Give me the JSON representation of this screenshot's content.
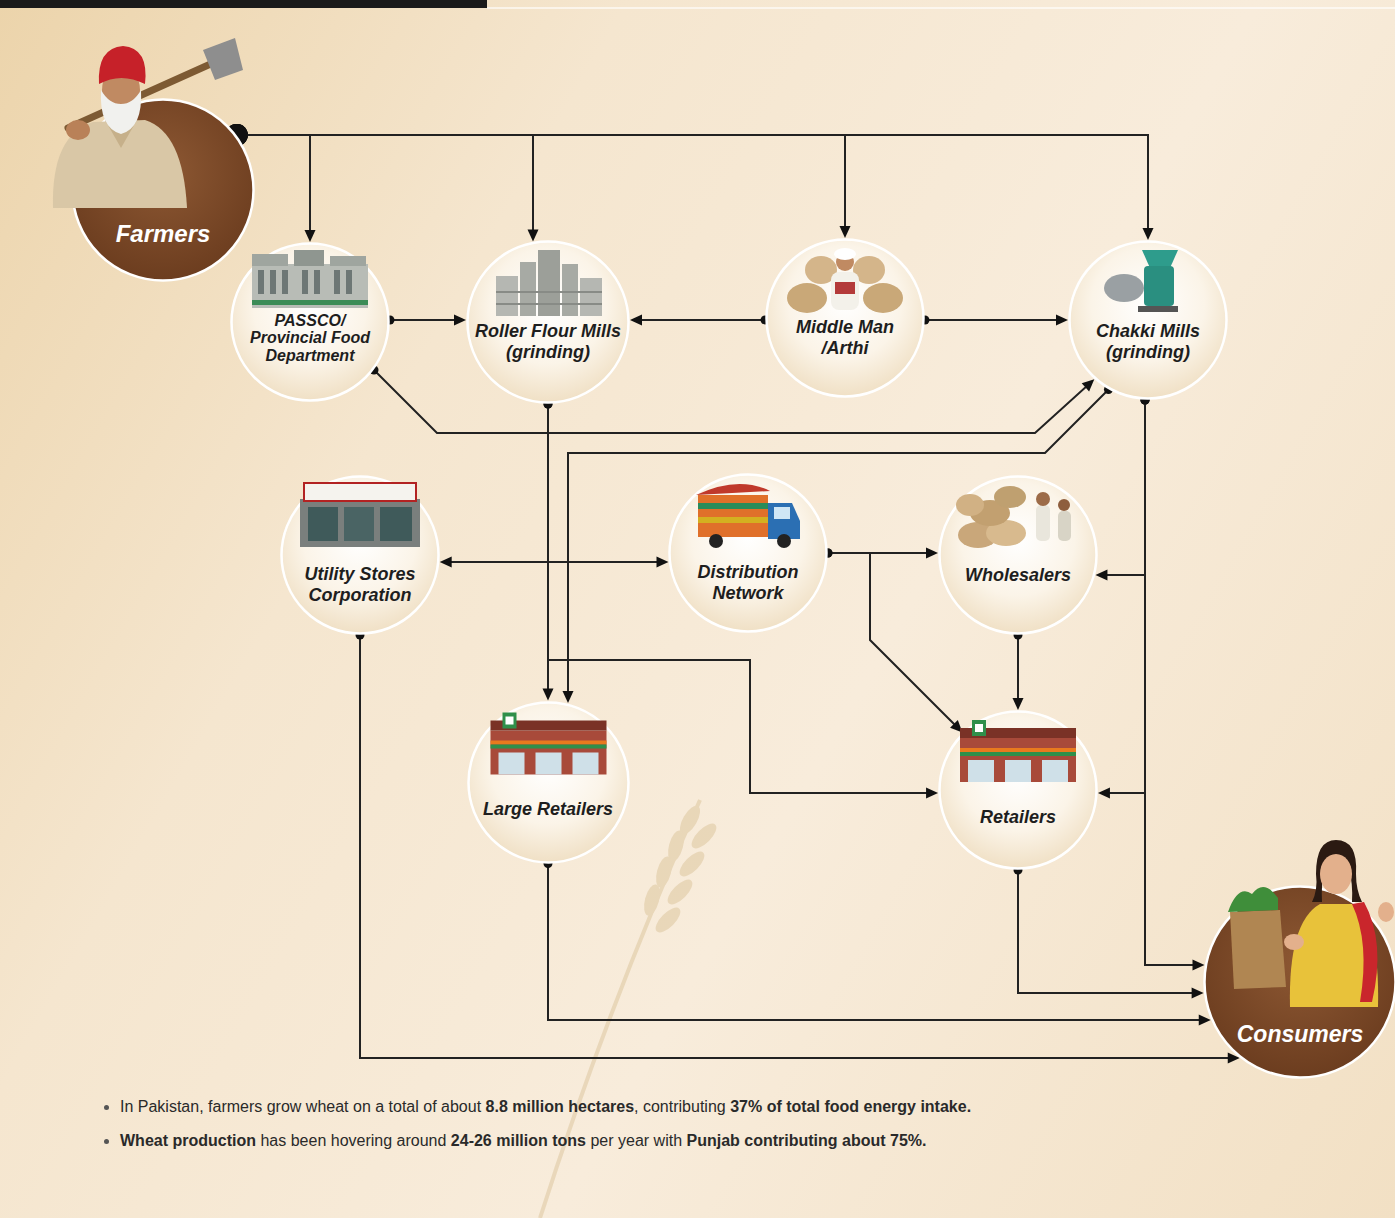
{
  "diagram": {
    "nodes": [
      {
        "text": [
          "Farmers"
        ]
      },
      {
        "text": [
          "PASSCO/ Provincial Food Department"
        ]
      },
      {
        "text": [
          "Roller Flour Mills (grinding)"
        ]
      },
      {
        "text": [
          "Middle Man /Arthi"
        ]
      },
      {
        "text": [
          "Chakki Mills (grinding)"
        ]
      },
      {
        "text": [
          "Utility Stores Corporation"
        ]
      },
      {
        "text": [
          "Distribution Network"
        ]
      },
      {
        "text": [
          "Wholesalers"
        ]
      },
      {
        "text": [
          "Large Retailers"
        ]
      },
      {
        "text": [
          "Retailers"
        ]
      },
      {
        "text": [
          "Consumers"
        ]
      }
    ],
    "edges": [
      {
        "from": 0,
        "to": 1,
        "arrow": "to"
      },
      {
        "from": 0,
        "to": 2,
        "arrow": "to"
      },
      {
        "from": 0,
        "to": 3,
        "arrow": "to"
      },
      {
        "from": 0,
        "to": 4,
        "arrow": "to"
      },
      {
        "from": 1,
        "to": 2,
        "arrow": "to"
      },
      {
        "from": 3,
        "to": 2,
        "arrow": "to"
      },
      {
        "from": 3,
        "to": 4,
        "arrow": "to"
      },
      {
        "from": 1,
        "to": 4,
        "arrow": "to"
      },
      {
        "from": 2,
        "to": 8,
        "arrow": "to"
      },
      {
        "from": 2,
        "to": 9,
        "arrow": "to"
      },
      {
        "from": 4,
        "to": 8,
        "arrow": "to"
      },
      {
        "from": 4,
        "to": 7,
        "arrow": "to"
      },
      {
        "from": 4,
        "to": 9,
        "arrow": "to"
      },
      {
        "from": 4,
        "to": 10,
        "arrow": "to"
      },
      {
        "from": 5,
        "to": 6,
        "arrow": "both"
      },
      {
        "from": 6,
        "to": 7,
        "arrow": "to"
      },
      {
        "from": 6,
        "to": 9,
        "arrow": "to"
      },
      {
        "from": 7,
        "to": 9,
        "arrow": "to"
      },
      {
        "from": 5,
        "to": 10,
        "arrow": "to"
      },
      {
        "from": 8,
        "to": 10,
        "arrow": "to"
      },
      {
        "from": 9,
        "to": 10,
        "arrow": "to"
      }
    ],
    "labels": [
      "In Pakistan, farmers grow wheat on a total of about",
      "8.8 million hectares",
      ", contributing",
      "37% of total food energy intake.",
      "Wheat production",
      "has been hovering around",
      "24-26 million tons",
      "per year with",
      "Punjab contributing about 75%."
    ]
  }
}
